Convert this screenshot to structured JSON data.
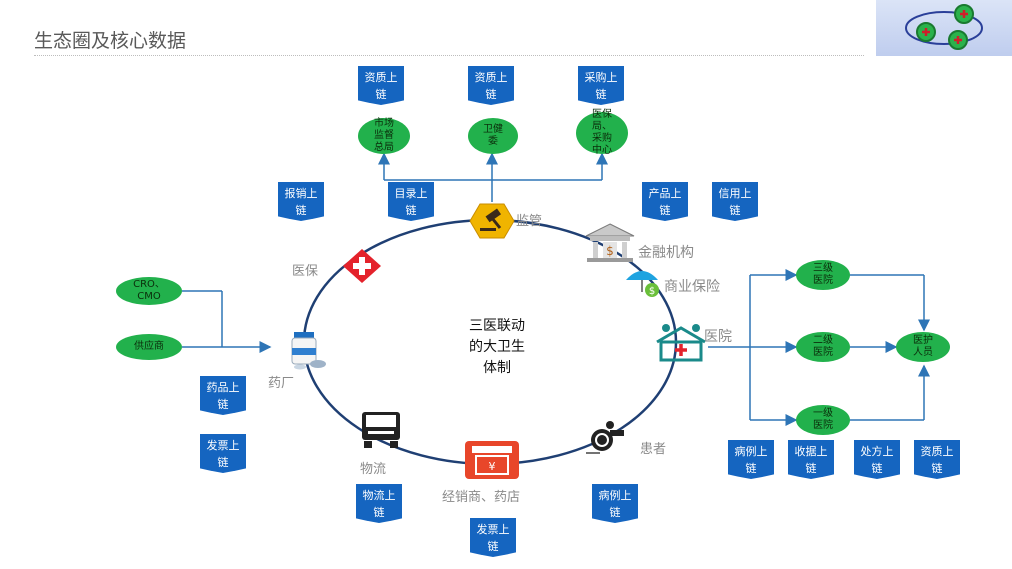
{
  "title": "生态圈及核心数据",
  "center_text": [
    "三医联动",
    "的大卫生",
    "体制"
  ],
  "nodes": {
    "jianguan": "监管",
    "jinrong": "金融机构",
    "baoxian": "商业保险",
    "yiyuan": "医院",
    "huanzhe": "患者",
    "jingxiao": "经销商、药店",
    "wuliu": "物流",
    "yaochang": "药厂",
    "yibao": "医保"
  },
  "ovals": {
    "shichang": [
      "市场",
      "监督",
      "总局"
    ],
    "weijian": [
      "卫健",
      "委"
    ],
    "caigou": [
      "医保",
      "局、",
      "采购",
      "中心"
    ],
    "cro": [
      "CRO、",
      "CMO"
    ],
    "gongying": [
      "供应商"
    ],
    "sanji": [
      "三级",
      "医院"
    ],
    "erji": [
      "二级",
      "医院"
    ],
    "yiji": [
      "一级",
      "医院"
    ],
    "yihu": [
      "医护",
      "人员"
    ]
  },
  "docs": {
    "zizhi1": [
      "资质上",
      "链"
    ],
    "zizhi2": [
      "资质上",
      "链"
    ],
    "caigou": [
      "采购上",
      "链"
    ],
    "baoxiao": [
      "报销上",
      "链"
    ],
    "mulu": [
      "目录上",
      "链"
    ],
    "chanpin": [
      "产品上",
      "链"
    ],
    "xinyong": [
      "信用上",
      "链"
    ],
    "yaopin": [
      "药品上",
      "链"
    ],
    "fapiao1": [
      "发票上",
      "链"
    ],
    "wuliu": [
      "物流上",
      "链"
    ],
    "fapiao2": [
      "发票上",
      "链"
    ],
    "bingli1": [
      "病例上",
      "链"
    ],
    "bingli2": [
      "病例上",
      "链"
    ],
    "shouju": [
      "收据上",
      "链"
    ],
    "chufang": [
      "处方上",
      "链"
    ],
    "zizhi3": [
      "资质上",
      "链"
    ]
  },
  "colors": {
    "doc_blue": "#1565c0",
    "oval_green": "#22b14c",
    "ring_navy": "#1f3f73",
    "arrow_blue": "#2e75b6",
    "yibao_red": "#e4222b",
    "jianguan_gold": "#f0b400",
    "yiyuan_teal": "#1a8a8a",
    "store_red": "#e8462a"
  }
}
